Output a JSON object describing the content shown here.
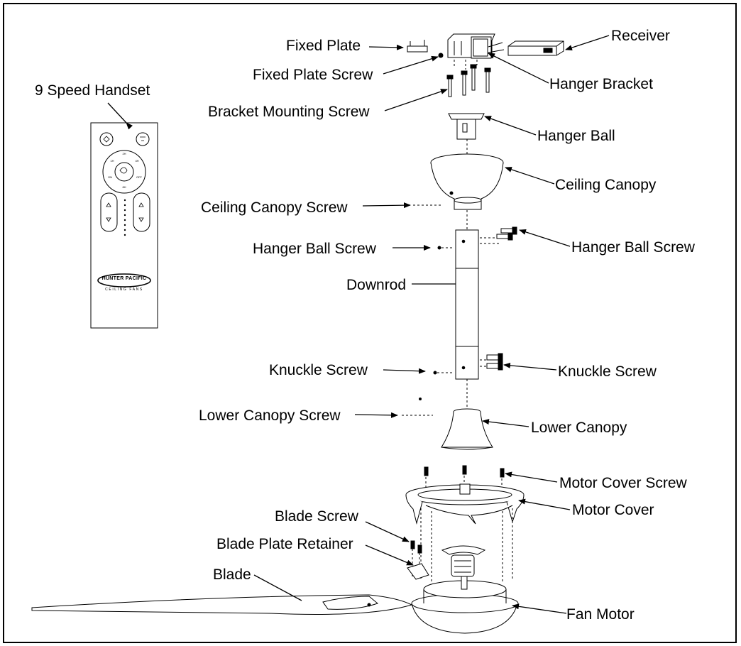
{
  "diagram": {
    "handset_title": "9 Speed Handset",
    "brand_logo": "HUNTER PACIFIC",
    "brand_tagline": "CEILING FANS",
    "colors": {
      "line": "#000000",
      "background": "#ffffff"
    },
    "labels": {
      "fixed_plate": "Fixed Plate",
      "fixed_plate_screw": "Fixed Plate Screw",
      "bracket_mounting_screw": "Bracket Mounting Screw",
      "receiver": "Receiver",
      "hanger_bracket": "Hanger Bracket",
      "hanger_ball": "Hanger Ball",
      "ceiling_canopy": "Ceiling Canopy",
      "ceiling_canopy_screw": "Ceiling Canopy Screw",
      "hanger_ball_screw_left": "Hanger Ball Screw",
      "hanger_ball_screw_right": "Hanger Ball Screw",
      "downrod": "Downrod",
      "knuckle_screw_left": "Knuckle Screw",
      "knuckle_screw_right": "Knuckle Screw",
      "lower_canopy_screw": "Lower Canopy Screw",
      "lower_canopy": "Lower Canopy",
      "motor_cover_screw": "Motor Cover Screw",
      "motor_cover": "Motor Cover",
      "blade_screw": "Blade Screw",
      "blade_plate_retainer": "Blade Plate Retainer",
      "blade": "Blade",
      "fan_motor": "Fan Motor"
    }
  }
}
